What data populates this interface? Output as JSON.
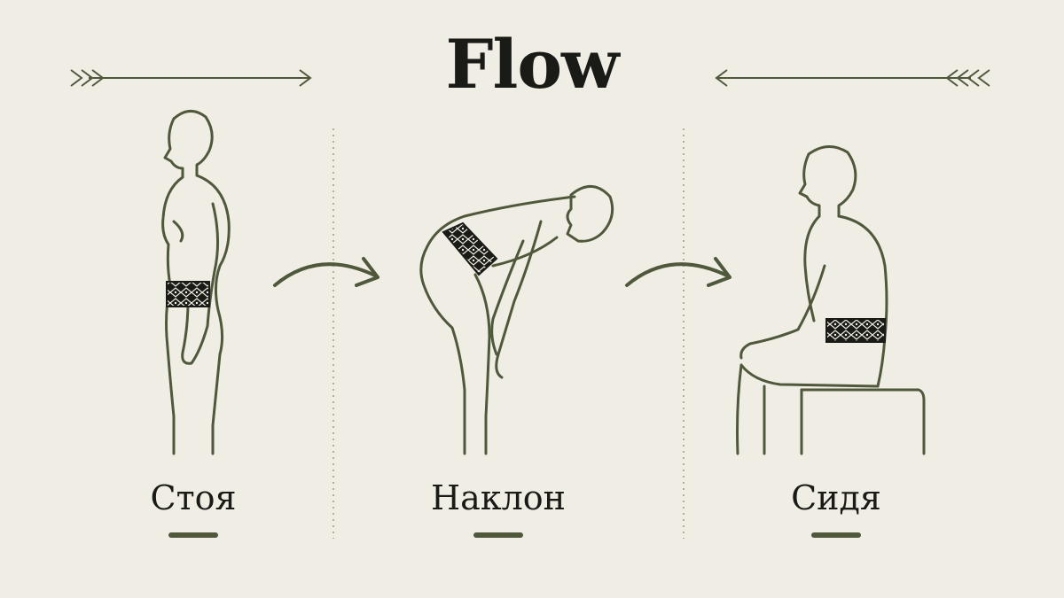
{
  "title": "Flow",
  "colors": {
    "background": "#efede4",
    "ink": "#4f583b",
    "text": "#1a1a16",
    "belt": "#1a1a16"
  },
  "poses": [
    {
      "label": "Стоя",
      "icon": "standing-figure"
    },
    {
      "label": "Наклон",
      "icon": "bending-figure"
    },
    {
      "label": "Сидя",
      "icon": "sitting-figure"
    }
  ]
}
